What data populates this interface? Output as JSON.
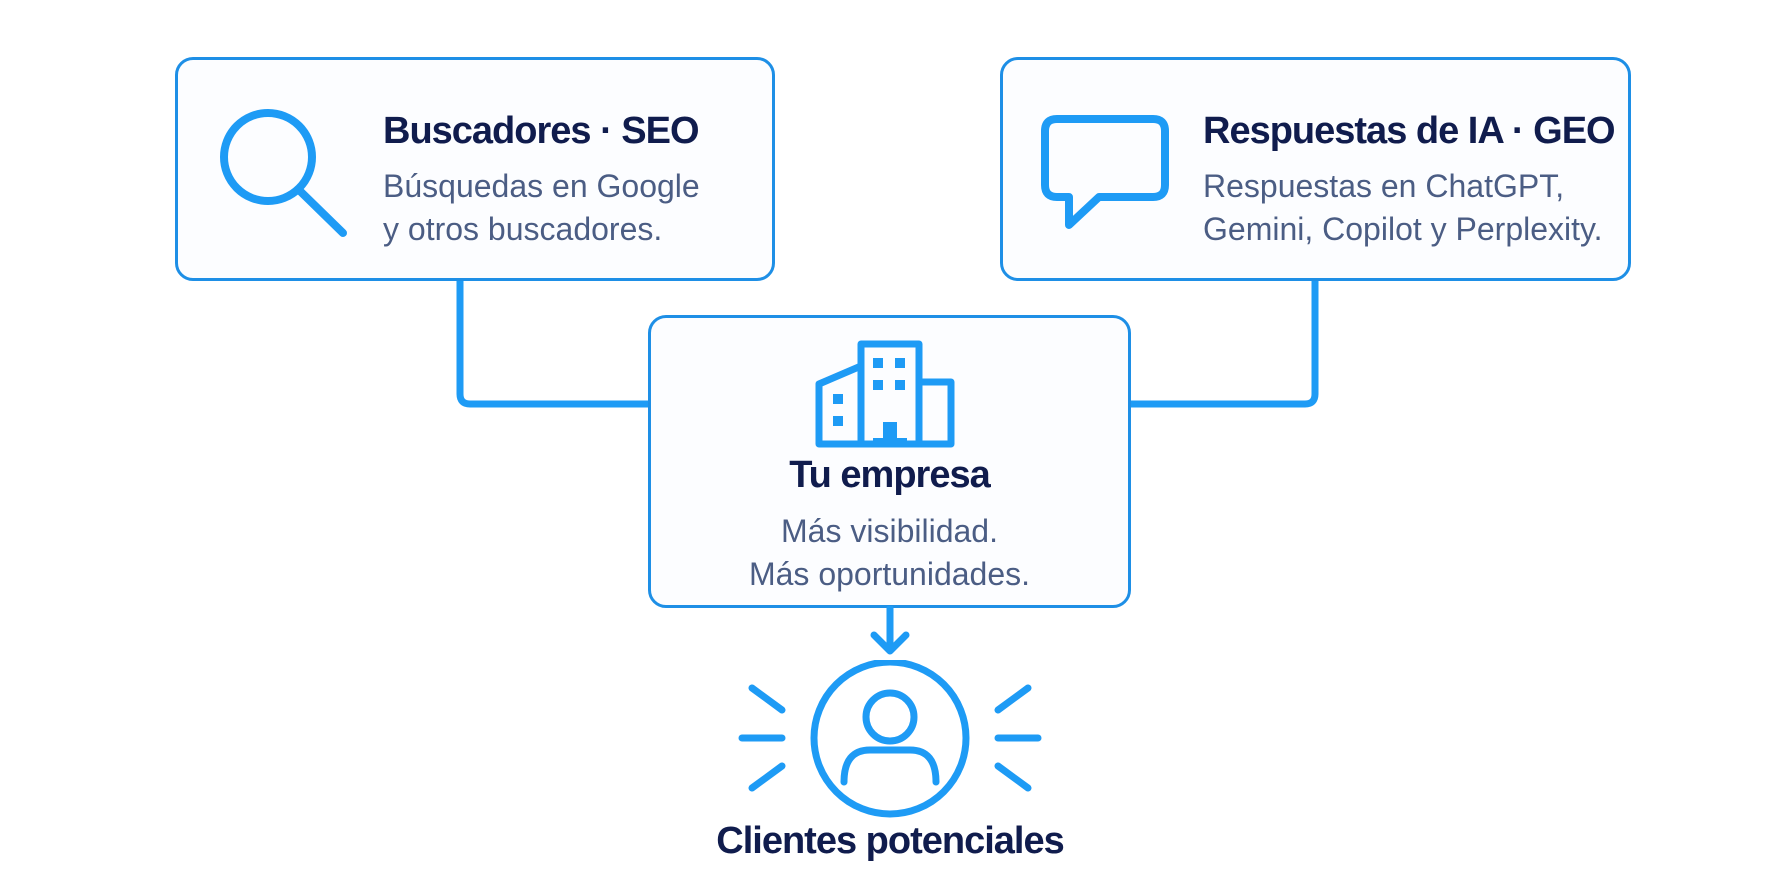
{
  "colors": {
    "accent": "#1e9bf5",
    "border": "#1e8fe6",
    "title": "#101c4d",
    "text": "#4b5d84"
  },
  "seo": {
    "title": "Buscadores · SEO",
    "desc_line1": "Búsquedas en Google",
    "desc_line2": "y otros buscadores.",
    "icon": "search-icon"
  },
  "geo": {
    "title": "Respuestas de IA · GEO",
    "desc_line1": "Respuestas en ChatGPT,",
    "desc_line2": "Gemini, Copilot y Perplexity.",
    "icon": "chat-bubble-icon"
  },
  "company": {
    "title": "Tu empresa",
    "desc_line1": "Más visibilidad.",
    "desc_line2": "Más oportunidades.",
    "icon": "building-icon"
  },
  "clients": {
    "label": "Clientes potenciales",
    "icon": "user-circle-icon"
  }
}
